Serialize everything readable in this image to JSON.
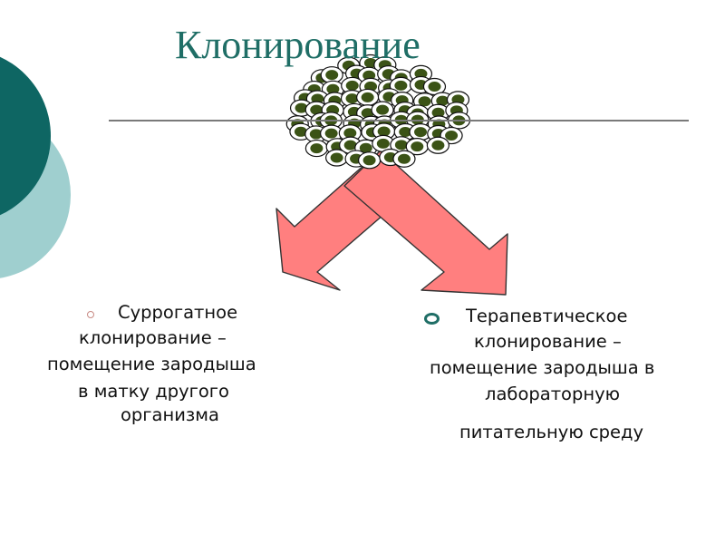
{
  "slide": {
    "title": "Клонирование",
    "left_item": {
      "lines": [
        "Суррогатное",
        "клонирование –",
        "помещение зародыша",
        "в матку другого",
        "организма"
      ]
    },
    "right_item": {
      "lines": [
        "Терапевтическое",
        "клонирование –",
        "помещение зародыша в",
        "лабораторную",
        "питательную среду"
      ]
    }
  },
  "colors": {
    "title": "#1f6e66",
    "arrow_fill": "#ff7f7f",
    "circle_dark": "#0e6663",
    "circle_light": "#9fcfcf",
    "cell_nucleus": "#3b5316"
  },
  "icons": {
    "cell_cluster": "embryo-cell-cluster-icon",
    "left_arrow": "arrow-down-left-icon",
    "right_arrow": "arrow-down-right-icon"
  }
}
